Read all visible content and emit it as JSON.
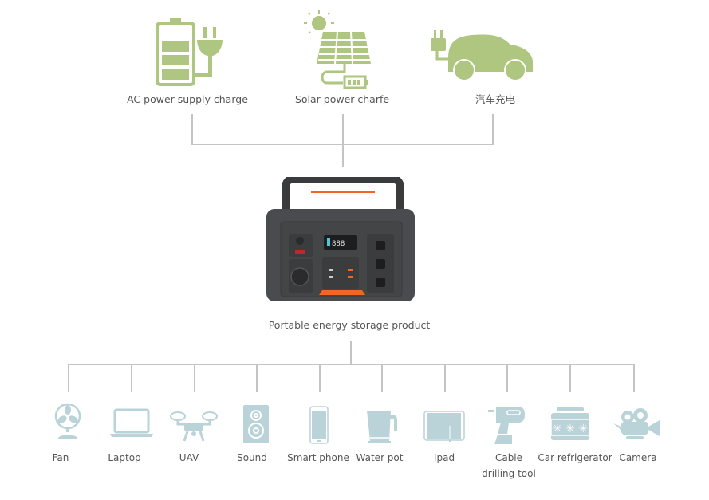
{
  "sources": [
    {
      "label": "AC power supply charge",
      "icon": "battery-plug-icon"
    },
    {
      "label": "Solar power charfe",
      "icon": "solar-panel-icon"
    },
    {
      "label": "汽车充电",
      "icon": "electric-car-icon"
    }
  ],
  "product": {
    "label": "Portable energy storage product"
  },
  "devices": [
    {
      "label": "Fan",
      "icon": "fan-icon"
    },
    {
      "label": "Laptop",
      "icon": "laptop-icon"
    },
    {
      "label": "UAV",
      "icon": "drone-icon"
    },
    {
      "label": "Sound",
      "icon": "speaker-icon"
    },
    {
      "label": "Smart phone",
      "icon": "smartphone-icon"
    },
    {
      "label": "Water pot",
      "icon": "kettle-icon"
    },
    {
      "label": "Ipad",
      "icon": "tablet-icon"
    },
    {
      "label": "Cable",
      "label2": "drilling tool",
      "icon": "drill-icon"
    },
    {
      "label": "Car refrigerator",
      "icon": "car-fridge-icon"
    },
    {
      "label": "Camera",
      "icon": "video-camera-icon"
    }
  ],
  "colors": {
    "source_icon": "#aec67f",
    "device_icon": "#b9d3d8",
    "connector": "#c4c4c4",
    "accent": "#f26522"
  }
}
